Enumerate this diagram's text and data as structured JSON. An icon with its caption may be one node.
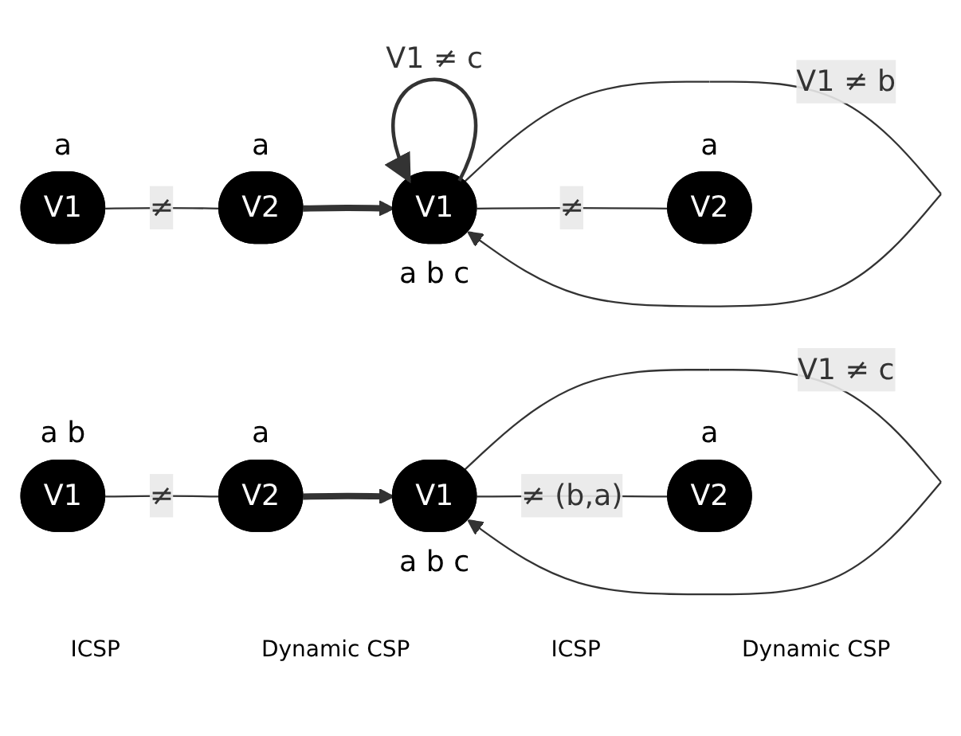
{
  "diagram": {
    "nodes": [
      {
        "text": [
          "V1"
        ],
        "beside": [
          "a"
        ]
      },
      {
        "text": [
          "V2"
        ],
        "beside": [
          "a"
        ]
      },
      {
        "text": [
          "V1"
        ],
        "beside": [
          "a b c"
        ]
      },
      {
        "text": [
          "V2"
        ],
        "beside": [
          "a"
        ]
      },
      {
        "text": [
          "V1"
        ],
        "beside": [
          "a b"
        ]
      },
      {
        "text": [
          "V2"
        ],
        "beside": [
          "a"
        ]
      },
      {
        "text": [
          "V1"
        ],
        "beside": [
          "a b c"
        ]
      },
      {
        "text": [
          "V2"
        ],
        "beside": [
          "a"
        ]
      }
    ],
    "edges": [
      {
        "from": 0,
        "to": 1,
        "arrow": "none",
        "label": "≠"
      },
      {
        "from": 1,
        "to": 2,
        "arrow": "to",
        "style": "thick"
      },
      {
        "from": 2,
        "to": 2,
        "arrow": "to",
        "label": "V1 ≠ b"
      },
      {
        "from": 2,
        "to": 2,
        "arrow": "to",
        "label": "V1 ≠ c"
      },
      {
        "from": 2,
        "to": 3,
        "arrow": "none",
        "label": "≠"
      },
      {
        "from": 4,
        "to": 5,
        "arrow": "none",
        "label": "≠"
      },
      {
        "from": 5,
        "to": 6,
        "arrow": "to",
        "style": "thick"
      },
      {
        "from": 6,
        "to": 6,
        "arrow": "to",
        "label": "V1 ≠ c"
      },
      {
        "from": 6,
        "to": 7,
        "arrow": "none",
        "label": "≠ (b,a)"
      }
    ],
    "labels": [
      "ICSP",
      "Dynamic CSP",
      "ICSP",
      "Dynamic CSP"
    ]
  }
}
